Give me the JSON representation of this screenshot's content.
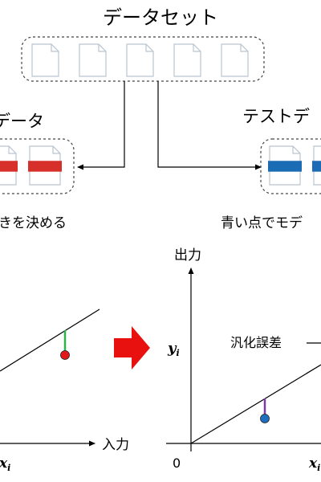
{
  "dataset": {
    "title": "データセット",
    "file_count": 5
  },
  "training": {
    "title": "データ",
    "file_count": 2,
    "caption": "きを決める",
    "color": "#d7302b"
  },
  "test": {
    "title": "テストデ",
    "file_count": 2,
    "caption": "青い点でモデ",
    "color": "#1c6bb5"
  },
  "left_plot": {
    "x_axis_label": "入力",
    "x_point_label": "x",
    "x_point_sub": "i",
    "point_color": "#e0191b",
    "residual_color": "#2fb24a"
  },
  "right_plot": {
    "y_axis_label": "出力",
    "y_point_label": "y",
    "y_point_sub": "i",
    "x_point_label": "x",
    "x_point_sub": "i",
    "origin_label": "0",
    "annotation": "汎化誤差",
    "point_color": "#1f6fbf",
    "residual_color": "#7b3aa6"
  },
  "arrow": {
    "color": "#e8110f"
  },
  "colors": {
    "box_border": "#444444",
    "file_border": "#b9c4cf",
    "line": "#000000"
  }
}
